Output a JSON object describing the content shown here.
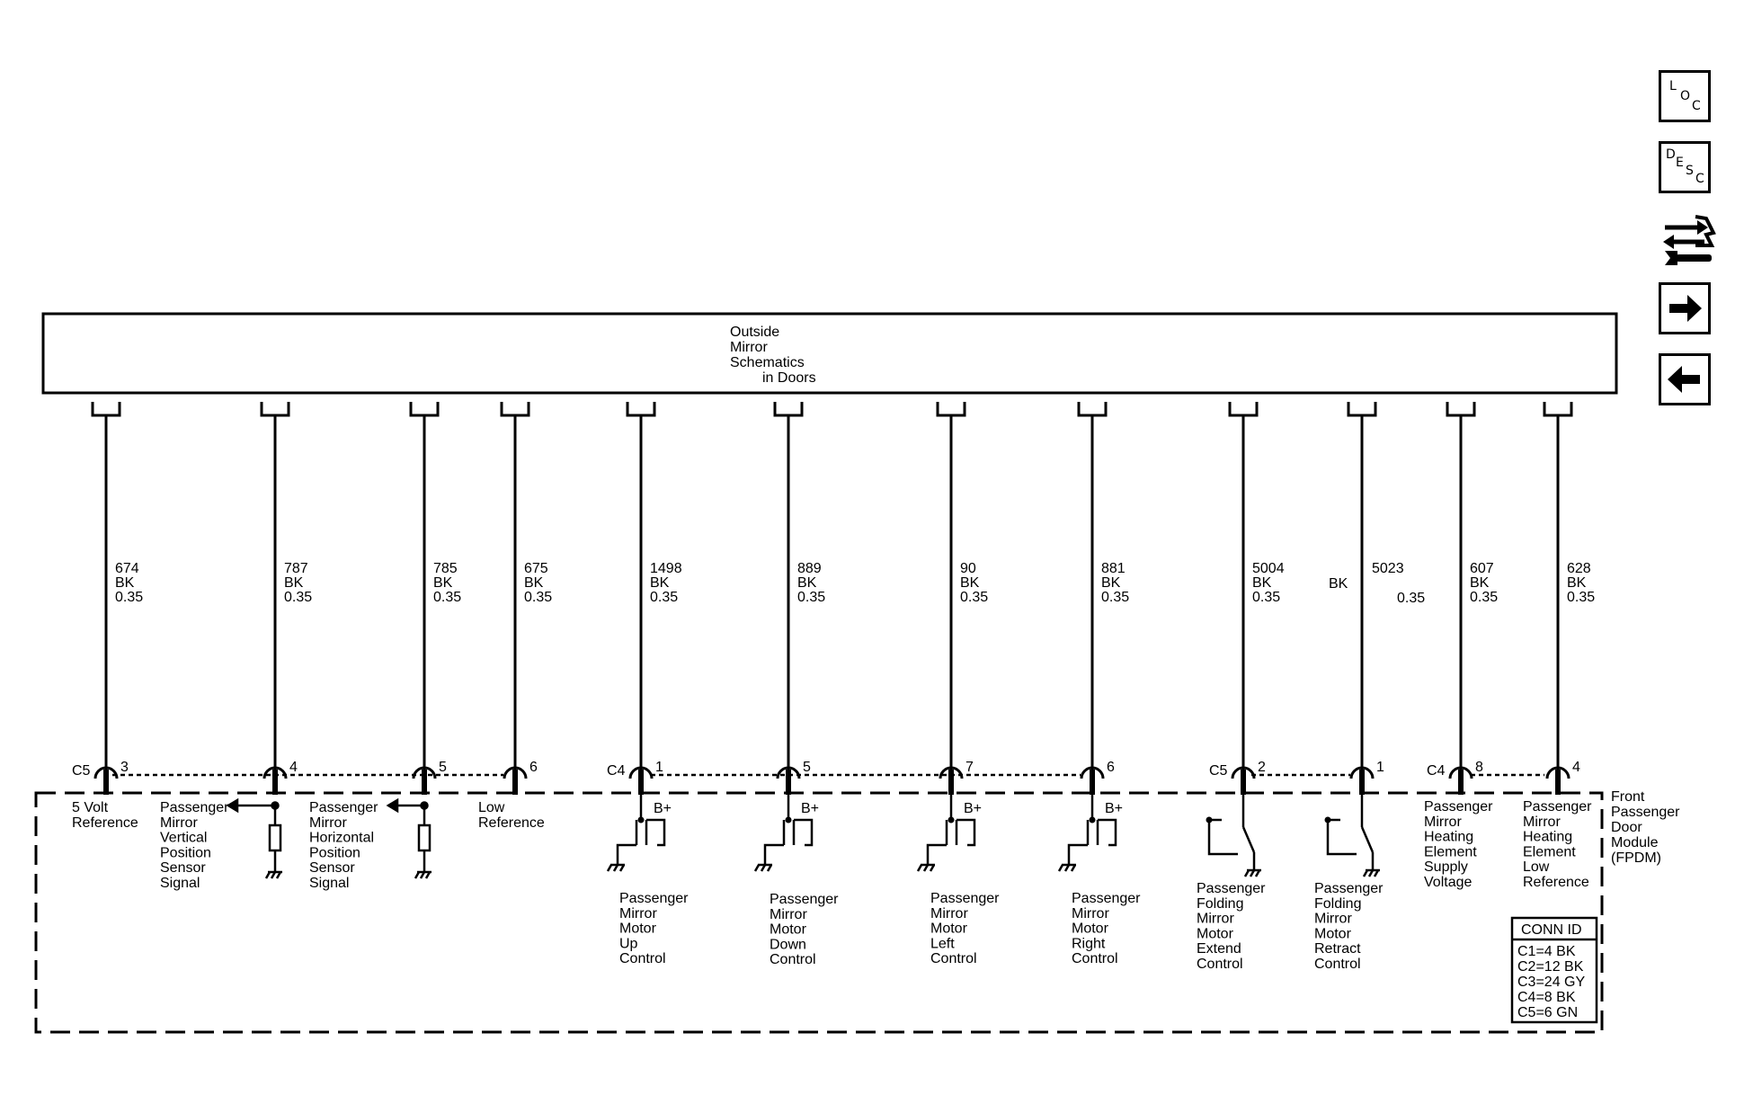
{
  "header": {
    "lines": [
      "Outside",
      "Mirror",
      "Schematics",
      "in Doors"
    ]
  },
  "module": {
    "name": [
      "Front",
      "Passenger",
      "Door",
      "Module",
      "(FPDM)"
    ]
  },
  "wires": [
    {
      "circuit": "674",
      "color": "BK",
      "size": "0.35",
      "connector": "C5",
      "pin": "3",
      "labels": [
        "5 Volt",
        "Reference"
      ]
    },
    {
      "circuit": "787",
      "color": "BK",
      "size": "0.35",
      "connector": "",
      "pin": "4",
      "labels": [
        "Passenger",
        "Mirror",
        "Vertical",
        "Position",
        "Sensor",
        "Signal"
      ]
    },
    {
      "circuit": "785",
      "color": "BK",
      "size": "0.35",
      "connector": "",
      "pin": "5",
      "labels": [
        "Passenger",
        "Mirror",
        "Horizontal",
        "Position",
        "Sensor",
        "Signal"
      ]
    },
    {
      "circuit": "675",
      "color": "BK",
      "size": "0.35",
      "connector": "",
      "pin": "6",
      "labels": [
        "Low",
        "Reference"
      ]
    },
    {
      "circuit": "1498",
      "color": "BK",
      "size": "0.35",
      "connector": "C4",
      "pin": "1",
      "labels": [
        "Passenger",
        "Mirror",
        "Motor",
        "Up",
        "Control"
      ]
    },
    {
      "circuit": "889",
      "color": "BK",
      "size": "0.35",
      "connector": "",
      "pin": "5",
      "labels": [
        "Passenger",
        "Mirror",
        "Motor",
        "Down",
        "Control"
      ]
    },
    {
      "circuit": "90",
      "color": "BK",
      "size": "0.35",
      "connector": "",
      "pin": "7",
      "labels": [
        "Passenger",
        "Mirror",
        "Motor",
        "Left",
        "Control"
      ]
    },
    {
      "circuit": "881",
      "color": "BK",
      "size": "0.35",
      "connector": "",
      "pin": "6",
      "labels": [
        "Passenger",
        "Mirror",
        "Motor",
        "Right",
        "Control"
      ]
    },
    {
      "circuit": "5004",
      "color": "BK",
      "size": "0.35",
      "connector": "C5",
      "pin": "2",
      "labels": [
        "Passenger",
        "Folding",
        "Mirror",
        "Motor",
        "Extend",
        "Control"
      ]
    },
    {
      "circuit": "5023",
      "color": "BK",
      "size": "0.35",
      "connector": "",
      "pin": "1",
      "labels": [
        "Passenger",
        "Folding",
        "Mirror",
        "Motor",
        "Retract",
        "Control"
      ]
    },
    {
      "circuit": "607",
      "color": "BK",
      "size": "0.35",
      "connector": "C4",
      "pin": "8",
      "labels": [
        "Passenger",
        "Mirror",
        "Heating",
        "Element",
        "Supply",
        "Voltage"
      ]
    },
    {
      "circuit": "628",
      "color": "BK",
      "size": "0.35",
      "connector": "",
      "pin": "4",
      "labels": [
        "Passenger",
        "Mirror",
        "Heating",
        "Element",
        "Low",
        "Reference"
      ]
    }
  ],
  "bplus": "B+",
  "conn_table": {
    "title": "CONN ID",
    "rows": [
      "C1=4 BK",
      "C2=12 BK",
      "C3=24 GY",
      "C4=8 BK",
      "C5=6 GN"
    ]
  },
  "sidebar": {
    "loc": [
      "L",
      "O",
      "C"
    ],
    "desc": [
      "D",
      "E",
      "S",
      "C"
    ],
    "icons": [
      "connector-tools-icon",
      "arrow-right-icon",
      "arrow-left-icon"
    ]
  }
}
